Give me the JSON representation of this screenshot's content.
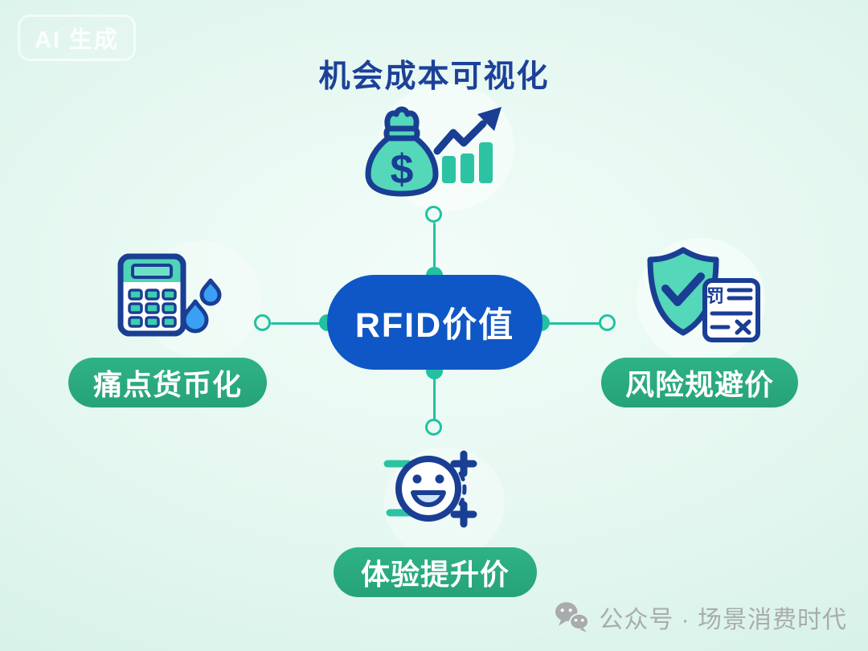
{
  "badge": {
    "label": "AI 生成"
  },
  "diagram": {
    "center": {
      "label": "RFID价值"
    },
    "top": {
      "label": "机会成本可视化",
      "icon": "money-bag-growth-chart"
    },
    "left": {
      "label": "痛点货币化",
      "icon": "calculator-water-drops"
    },
    "right": {
      "label": "风险规避价",
      "icon": "shield-check-penalty-document"
    },
    "bottom": {
      "label": "体验提升价",
      "icon": "smiley-face-plus"
    }
  },
  "glyphs": {
    "dollar": "$",
    "penalty": "罚"
  },
  "watermark": {
    "label": "公众号 · 场景消费时代",
    "icon": "wechat"
  },
  "colors": {
    "background": "#e6f8f1",
    "center_pill_blue": "#0f57c6",
    "green_pill": "#28a57c",
    "teal_accent": "#22c1a1",
    "icon_teal_fill": "#55d7b9",
    "outline_dark_blue": "#1a3e94",
    "title_blue": "#1d4199",
    "water_drop_blue": "#3aa0f4",
    "mouth_light_blue": "#cfe4fb",
    "watermark_gray": "#a9acac"
  }
}
